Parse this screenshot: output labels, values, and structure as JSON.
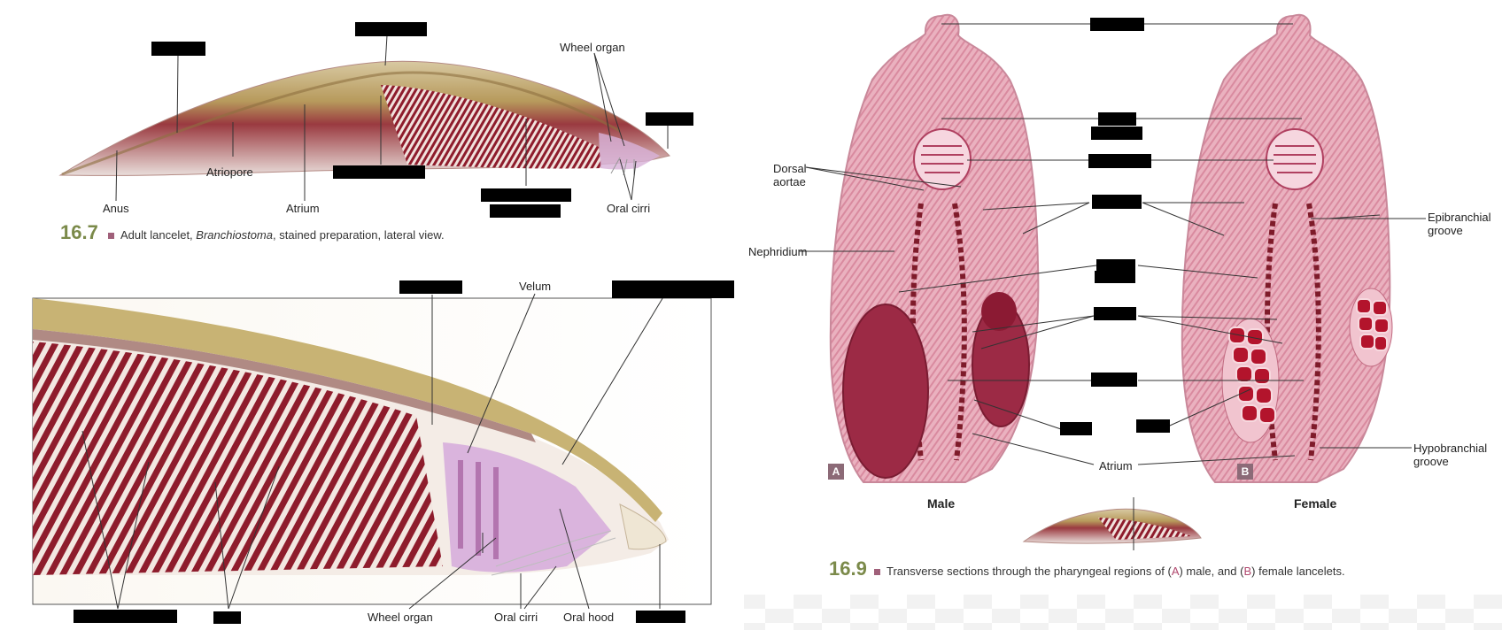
{
  "fig167": {
    "number": "16.7",
    "caption_pre": "Adult lancelet, ",
    "caption_genus": "Branchiostoma",
    "caption_post": ", stained preparation, lateral view.",
    "labels": {
      "wheel_organ": "Wheel organ",
      "atriopore": "Atriopore",
      "anus": "Anus",
      "atrium": "Atrium",
      "oral_cirri": "Oral cirri"
    }
  },
  "zoom": {
    "labels": {
      "velum": "Velum",
      "wheel_organ": "Wheel organ",
      "oral_cirri": "Oral cirri",
      "oral_hood": "Oral hood"
    }
  },
  "fig169": {
    "number": "16.9",
    "caption_pre": "Transverse sections through the pharyngeal regions of (",
    "caption_a": "A",
    "caption_mid": ") male, and (",
    "caption_b": "B",
    "caption_post": ") female lancelets.",
    "labels": {
      "dorsal_aortae": "Dorsal\naortae",
      "nephridium": "Nephridium",
      "epibranchial": "Epibranchial\ngroove",
      "hypobranchial": "Hypobranchial\ngroove",
      "atrium": "Atrium"
    },
    "panel_a": "A",
    "panel_b": "B",
    "male": "Male",
    "female": "Female"
  },
  "colors": {
    "tissue_pink": "#e8a6b6",
    "gill_red": "#8e1c2c",
    "notochord_tan": "#c9b67a",
    "figure_number": "#7b8a4a"
  }
}
